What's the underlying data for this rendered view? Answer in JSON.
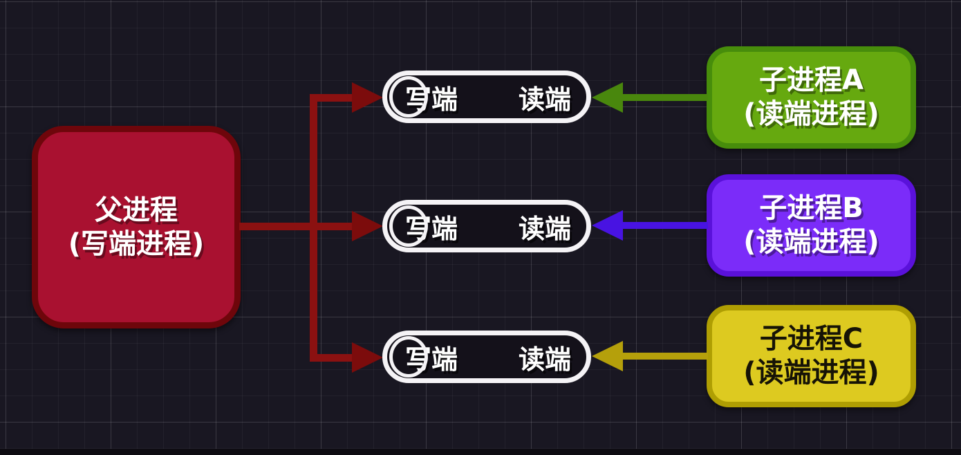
{
  "canvas": {
    "background": "#191722",
    "grid_minor_color": "rgba(255,255,255,0.045)",
    "grid_major_color": "rgba(255,255,255,0.11)"
  },
  "parent_box": {
    "line1": "父进程",
    "line2": "(写端进程)",
    "fill": "#a91130",
    "border": "#6e060b",
    "text_color": "#ffffff",
    "arrow_color": "#8b1111",
    "arrowhead_color": "#7c0c0c"
  },
  "pipe_style": {
    "outline": "#f5f3f6",
    "fill": "#14111a",
    "text_color": "#ffffff"
  },
  "pipes": [
    {
      "write_label": "写端",
      "read_label": "读端"
    },
    {
      "write_label": "写端",
      "read_label": "读端"
    },
    {
      "write_label": "写端",
      "read_label": "读端"
    }
  ],
  "children": [
    {
      "line1": "子进程A",
      "line2": "(读端进程)",
      "fill": "#66a90f",
      "border": "#478d0b",
      "text_color": "#ffffff",
      "arrow_color": "#49870d"
    },
    {
      "line1": "子进程B",
      "line2": "(读端进程)",
      "fill": "#7b2cf9",
      "border": "#5a11da",
      "text_color": "#ffffff",
      "arrow_color": "#4813e2"
    },
    {
      "line1": "子进程C",
      "line2": "(读端进程)",
      "fill": "#ddca20",
      "border": "#af9e03",
      "text_color": "#161306",
      "arrow_color": "#b5a00b"
    }
  ]
}
